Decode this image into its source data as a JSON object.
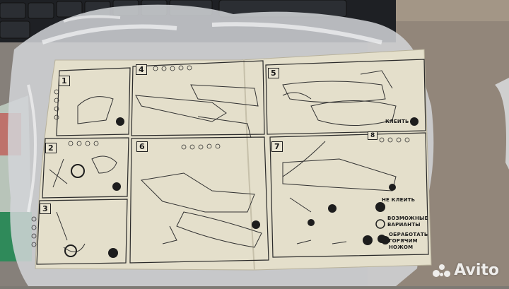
{
  "sheet": {
    "step_numbers": [
      "1",
      "2",
      "3",
      "4",
      "5",
      "6",
      "7",
      "8"
    ],
    "note_glue": "КЛЕИТЬ",
    "note_no_glue": "НЕ КЛЕИТЬ",
    "legend": [
      "ВОЗМОЖНЫЕ",
      "ВАРИАНТЫ",
      "ОБРАБОТАТЬ",
      "ГОРЯЧИМ",
      "НОЖОМ"
    ]
  },
  "watermark": {
    "text": "Avito"
  },
  "colors": {
    "paper": "#e4dfcb",
    "plastic": "#c9ccd0",
    "desk": "#8a847a",
    "ink": "#1f1f1f"
  }
}
